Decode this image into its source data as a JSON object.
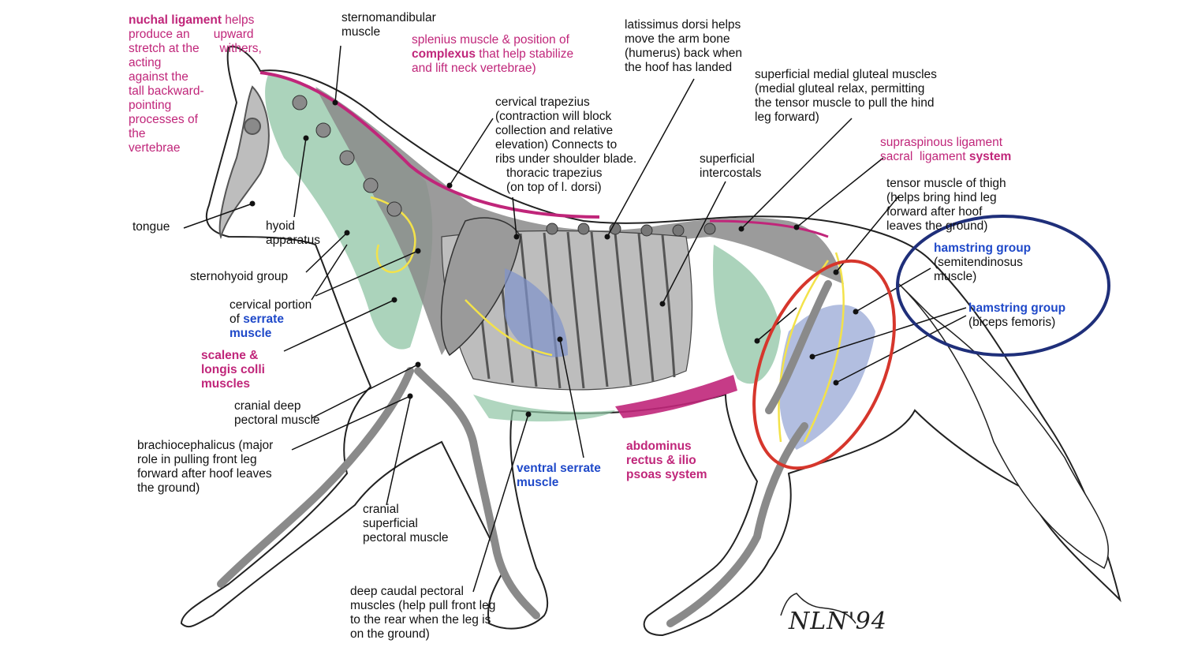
{
  "colors": {
    "ligament_pink": "#c0267a",
    "label_blue": "#1f49c9",
    "muscle_green": "#8fc4a4",
    "bone_gray": "#8a8a8a",
    "muscle_blue": "#7f93cc",
    "nerve_yellow": "#f3e24a",
    "highlight_red": "#d6362c",
    "highlight_navy": "#1f2f7a"
  },
  "labels": {
    "nuchal": {
      "bold": "nuchal ligament",
      "lines": [
        " helps",
        "produce an       upward",
        "stretch at the      withers,",
        "acting",
        "against the",
        "tall backward-",
        "pointing",
        "processes of",
        "the",
        "vertebrae"
      ]
    },
    "sternomandibular": [
      "sternomandibular",
      "muscle"
    ],
    "splenius": {
      "line1": "splenius muscle & position of",
      "bold": "complexus",
      "line2": " that help stabilize",
      "line3": "and lift neck vertebrae)"
    },
    "latissimus": [
      "latissimus dorsi helps",
      "move the arm bone",
      "(humerus) back when",
      "the hoof has landed"
    ],
    "gluteal": [
      "superficial medial gluteal muscles",
      "(medial gluteal relax, permitting",
      "the tensor muscle to pull the hind",
      "leg forward)"
    ],
    "cervical_trapezius": [
      "cervical trapezius",
      "(contraction will block",
      "collection and relative",
      "elevation) Connects to",
      "ribs under shoulder blade."
    ],
    "thoracic_trapezius": [
      "thoracic trapezius",
      "(on top of l. dorsi)"
    ],
    "intercostals": [
      "superficial",
      "intercostals"
    ],
    "supraspinous": {
      "line1": "supraspinous ligament",
      "line2": "sacral  ligament ",
      "bold": "system"
    },
    "tensor": [
      "tensor muscle of thigh",
      "(helps bring hind leg",
      "forward after hoof",
      "leaves the ground)"
    ],
    "hamstring1": {
      "title": "hamstring group",
      "lines": [
        "(semitendinosus",
        "muscle)"
      ]
    },
    "hamstring2": {
      "title": "hamstring group",
      "lines": [
        "(biceps femoris)"
      ]
    },
    "tongue": "tongue",
    "hyoid": [
      "hyoid",
      "apparatus"
    ],
    "sternohyoid": "sternohyoid group",
    "cervical_serrate": {
      "line1": "cervical portion",
      "prefix": "of ",
      "blue1": "serrate",
      "blue2": "muscle"
    },
    "scalene": [
      "scalene &",
      "longis colli",
      "muscles"
    ],
    "cranial_deep": [
      "cranial deep",
      "pectoral muscle"
    ],
    "brachiocephalicus": [
      "brachiocephalicus (major",
      "role in pulling front leg",
      "forward after hoof leaves",
      "the ground)"
    ],
    "cranial_superficial": [
      "cranial",
      "superficial",
      "pectoral muscle"
    ],
    "deep_caudal": [
      "deep caudal pectoral",
      "muscles (help pull front leg",
      "to the rear when the leg is",
      "on the ground)"
    ],
    "ventral_serrate": [
      "ventral serrate",
      "muscle"
    ],
    "abdominus": [
      "abdominus",
      "rectus & ilio",
      "psoas system"
    ]
  },
  "signature": "NLN'94"
}
